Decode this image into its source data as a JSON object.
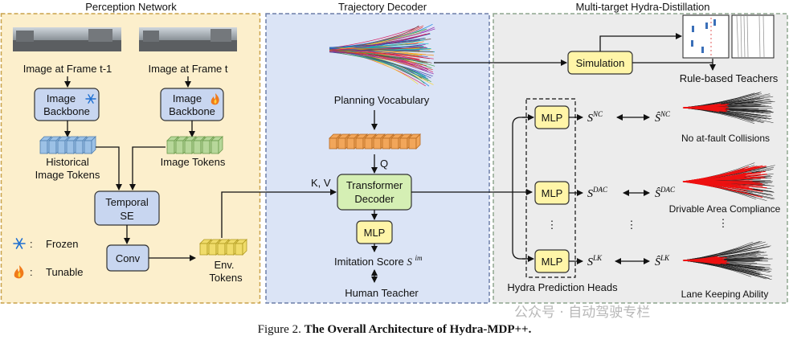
{
  "sections": {
    "perception": "Perception Network",
    "decoder": "Trajectory Decoder",
    "distill": "Multi-target Hydra-Distillation"
  },
  "perception": {
    "img_prev": "Image at Frame t-1",
    "img_curr": "Image at Frame t",
    "backbone_frozen": [
      "Image",
      "Backbone"
    ],
    "backbone_tunable": [
      "Image",
      "Backbone"
    ],
    "hist_tokens": [
      "Historical",
      "Image Tokens"
    ],
    "img_tokens": "Image Tokens",
    "temporal_se": [
      "Temporal",
      "SE"
    ],
    "conv": "Conv",
    "env_tokens": [
      "Env.",
      "Tokens"
    ],
    "legend_frozen": "Frozen",
    "legend_tunable": "Tunable",
    "legend_colon": ":"
  },
  "decoder": {
    "planning_vocab": "Planning Vocabulary",
    "q_label": "Q",
    "kv_label": "K, V",
    "transformer": [
      "Transformer",
      "Decoder"
    ],
    "mlp": "MLP",
    "imitation_score": "Imitation Score",
    "score_symbol": "S",
    "score_sup": "im",
    "human_teacher": "Human Teacher"
  },
  "distill": {
    "simulation": "Simulation",
    "rule_teachers": "Rule-based Teachers",
    "heads": [
      {
        "mlp": "MLP",
        "sup": "NC",
        "hat_sup": "NC",
        "label": "No at-fault Collisions"
      },
      {
        "mlp": "MLP",
        "sup": "DAC",
        "hat_sup": "DAC",
        "label": "Drivable Area Compliance"
      },
      {
        "mlp": "MLP",
        "sup": "LK",
        "hat_sup": "LK",
        "label": "Lane Keeping Ability"
      }
    ],
    "hydra_heads": "Hydra Prediction Heads",
    "ellipsis": "⋮"
  },
  "watermark": "公众号 · 自动驾驶专栏",
  "caption": {
    "prefix": "Figure 2.",
    "bold": "The Overall Architecture of Hydra-MDP++",
    "suffix": "."
  },
  "colors": {
    "perception_bg": "#fcefcc",
    "perception_border": "#c9a24a",
    "decoder_bg": "#dbe4f6",
    "decoder_border": "#6d7fa8",
    "distill_bg": "#ececec",
    "distill_border": "#8fa58f",
    "backbone_box": "#c8d6f0",
    "temporal_box": "#c8d6f0",
    "transformer_box": "#d5efb4",
    "mlp_box": "#fff5a8",
    "sim_box": "#fff5a8",
    "token_blue": "#9cc1e6",
    "token_green": "#b7d79a",
    "token_orange": "#f2a65a",
    "token_yellow": "#f0dc6a",
    "traj_red": "#ee1111"
  },
  "icons": {
    "frozen": "snowflake-icon",
    "tunable": "flame-icon"
  }
}
